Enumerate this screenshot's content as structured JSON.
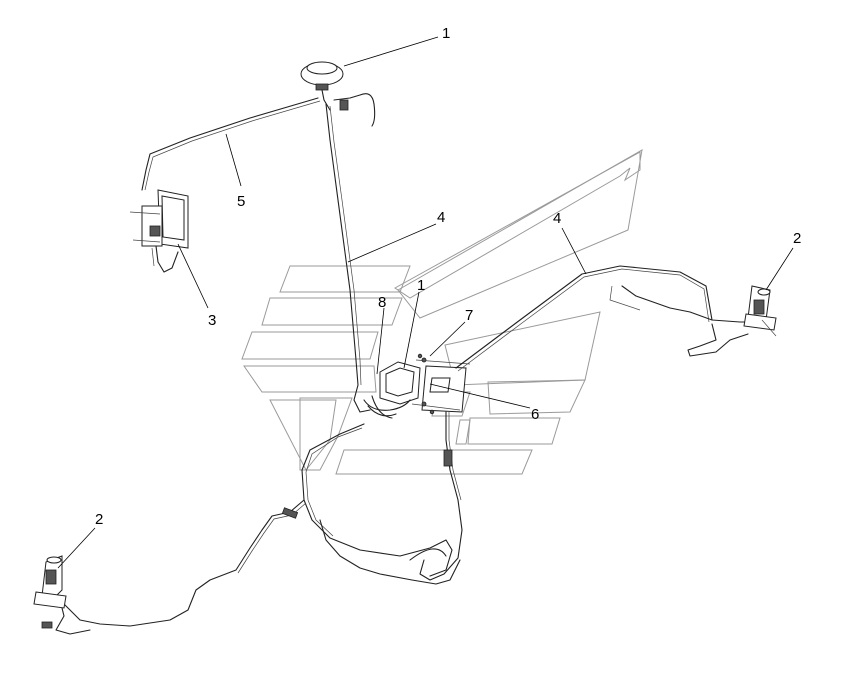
{
  "diagram": {
    "callouts": [
      {
        "id": "c1a",
        "text": "1"
      },
      {
        "id": "c1b",
        "text": "1"
      },
      {
        "id": "c2a",
        "text": "2"
      },
      {
        "id": "c2b",
        "text": "2"
      },
      {
        "id": "c3",
        "text": "3"
      },
      {
        "id": "c4a",
        "text": "4"
      },
      {
        "id": "c4b",
        "text": "4"
      },
      {
        "id": "c5",
        "text": "5"
      },
      {
        "id": "c6",
        "text": "6"
      },
      {
        "id": "c7",
        "text": "7"
      },
      {
        "id": "c8",
        "text": "8"
      }
    ]
  }
}
